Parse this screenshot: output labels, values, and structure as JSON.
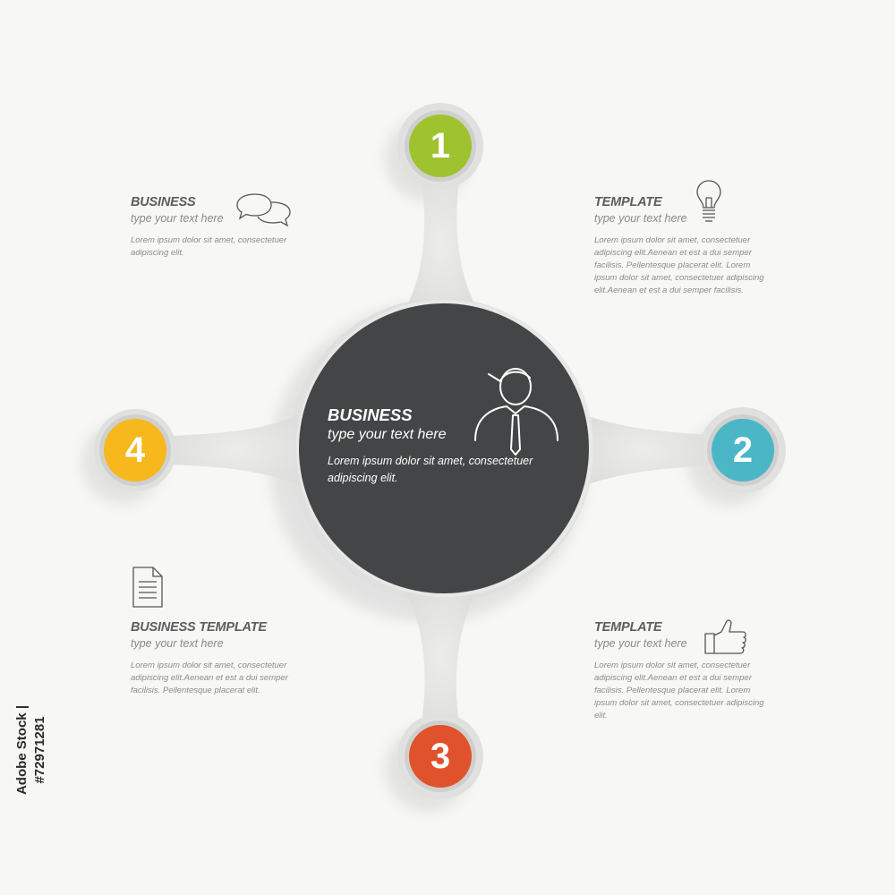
{
  "center": {
    "title": "BUSINESS",
    "subtitle": "type your text here",
    "body": "Lorem ipsum dolor sit amet, consectetuer adipiscing elit.",
    "icon": "businessman-icon",
    "color": "#444546"
  },
  "steps": [
    {
      "number": "1",
      "color": "#9ec32f"
    },
    {
      "number": "2",
      "color": "#4bb7c6"
    },
    {
      "number": "3",
      "color": "#e0522b"
    },
    {
      "number": "4",
      "color": "#f6b81c"
    }
  ],
  "blocks": {
    "top_left": {
      "title": "BUSINESS",
      "subtitle": "type your text here",
      "body": "Lorem ipsum dolor sit amet, consectetuer adipiscing elit.",
      "icon": "speech-bubbles-icon"
    },
    "top_right": {
      "title": "TEMPLATE",
      "subtitle": "type your text here",
      "body": "Lorem ipsum dolor sit amet, consectetuer adipiscing elit.Aenean et est a dui semper facilisis. Pellentesque placerat elit. Lorem ipsum dolor sit amet, consectetuer adipiscing elit.Aenean et est a dui semper  facilisis.",
      "icon": "lightbulb-icon"
    },
    "bottom_left": {
      "title": "BUSINESS TEMPLATE",
      "subtitle": "type your text here",
      "body": "Lorem ipsum dolor sit amet, consectetuer adipiscing elit.Aenean et est a dui semper facilisis. Pellentesque placerat elit.",
      "icon": "document-icon"
    },
    "bottom_right": {
      "title": "TEMPLATE",
      "subtitle": "type your text here",
      "body": "Lorem ipsum dolor sit amet, consectetuer adipiscing elit.Aenean et est a dui semper facilisis. Pellentesque placerat elit. Lorem ipsum dolor sit amet, consectetuer adipiscing elit.",
      "icon": "thumbs-up-icon"
    }
  },
  "watermark": {
    "text": "Adobe Stock",
    "id": "#72971281"
  }
}
